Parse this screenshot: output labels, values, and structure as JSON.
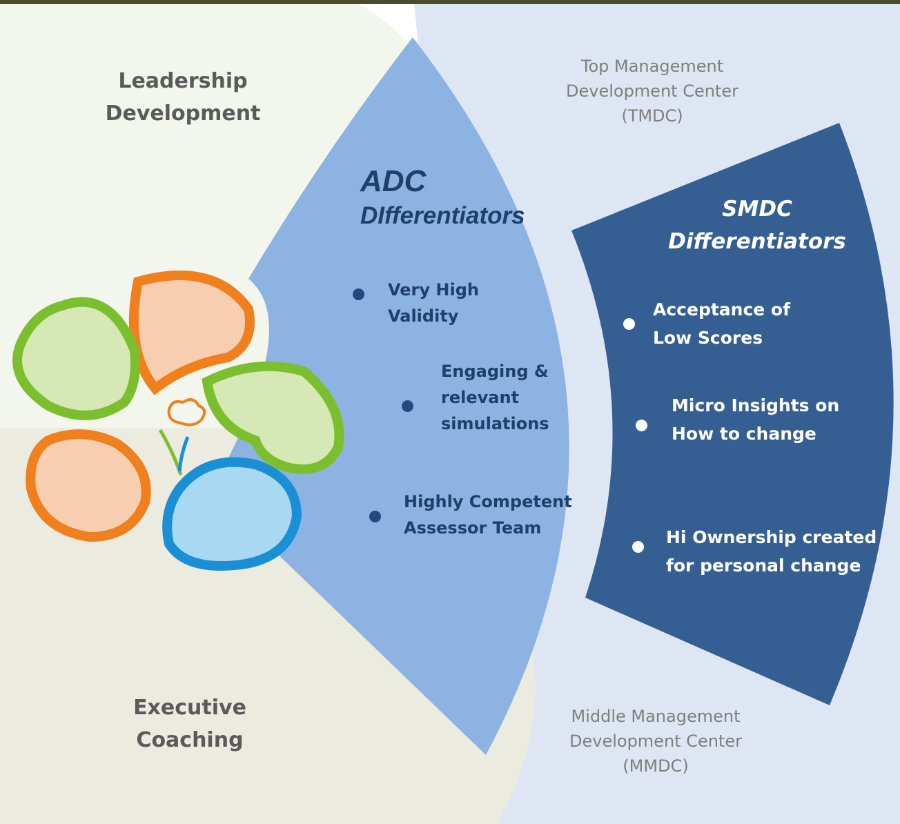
{
  "colors": {
    "top_bar": "#4a4a2c",
    "quadrant_top": "#f3f6ec",
    "quadrant_bottom": "#ecebe0",
    "outer_band": "#dde6f2",
    "adc_fill": "#8db3e2",
    "smdc_fill": "#355f92",
    "adc_text": "#1f3f6e",
    "smdc_text": "#ffffff"
  },
  "quadrants": {
    "top": "Leadership\nDevelopment",
    "bottom": "Executive\nCoaching"
  },
  "centers": {
    "top": "Top Management\nDevelopment Center\n(TMDC)",
    "bottom": "Middle Management\nDevelopment Center\n(MMDC)"
  },
  "adc": {
    "title_line1": "ADC",
    "title_line2": "DIfferentiators",
    "items": [
      "Very High\nValidity",
      "Engaging &\nrelevant\nsimulations",
      "Highly Competent\nAssessor Team"
    ]
  },
  "smdc": {
    "title_line1": "SMDC",
    "title_line2": "Differentiators",
    "items": [
      "Acceptance of\nLow Scores",
      "Micro Insights on\nHow to change",
      "Hi Ownership created\nfor personal change"
    ]
  },
  "logo": {
    "icon": "swirl-flower-logo",
    "petal_colors": [
      "#f07f1e",
      "#7cbf2e",
      "#1b8fd6"
    ]
  }
}
